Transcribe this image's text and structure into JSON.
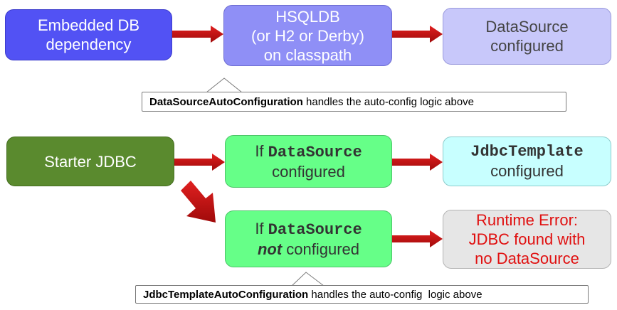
{
  "row1": {
    "box1": {
      "line1": "Embedded DB",
      "line2": "dependency"
    },
    "box2": {
      "line1": "HSQLDB",
      "line2": "(or H2 or Derby)",
      "line3": "on classpath"
    },
    "box3": {
      "line1": "DataSource",
      "line2": "configured"
    },
    "callout": {
      "bold": "DataSourceAutoConfiguration",
      "rest": " handles the auto-config logic above"
    }
  },
  "row2": {
    "starter": {
      "label": "Starter JDBC"
    },
    "if_configured": {
      "prefix": "If ",
      "code": "DataSource",
      "line2": "configured"
    },
    "jdbc_template": {
      "code": "JdbcTemplate",
      "line2": "configured"
    },
    "if_not_configured": {
      "prefix": "If ",
      "code": "DataSource",
      "emph": "not",
      "rest": " configured"
    },
    "error": {
      "line1": "Runtime Error:",
      "line2": "JDBC found with",
      "line3": "no DataSource"
    },
    "callout": {
      "bold": "JdbcTemplateAutoConfiguration",
      "rest": " handles the auto-config  logic above"
    }
  },
  "colors": {
    "blue_dark": "#5252f4",
    "blue_mid": "#8f8ff6",
    "blue_light": "#c8c8fa",
    "green_dark": "#5a8a2e",
    "green_bright": "#66ff88",
    "cyan_light": "#c8ffff",
    "gray_light": "#e6e6e6",
    "arrow_red": "#c81414",
    "error_text": "#e01010"
  }
}
